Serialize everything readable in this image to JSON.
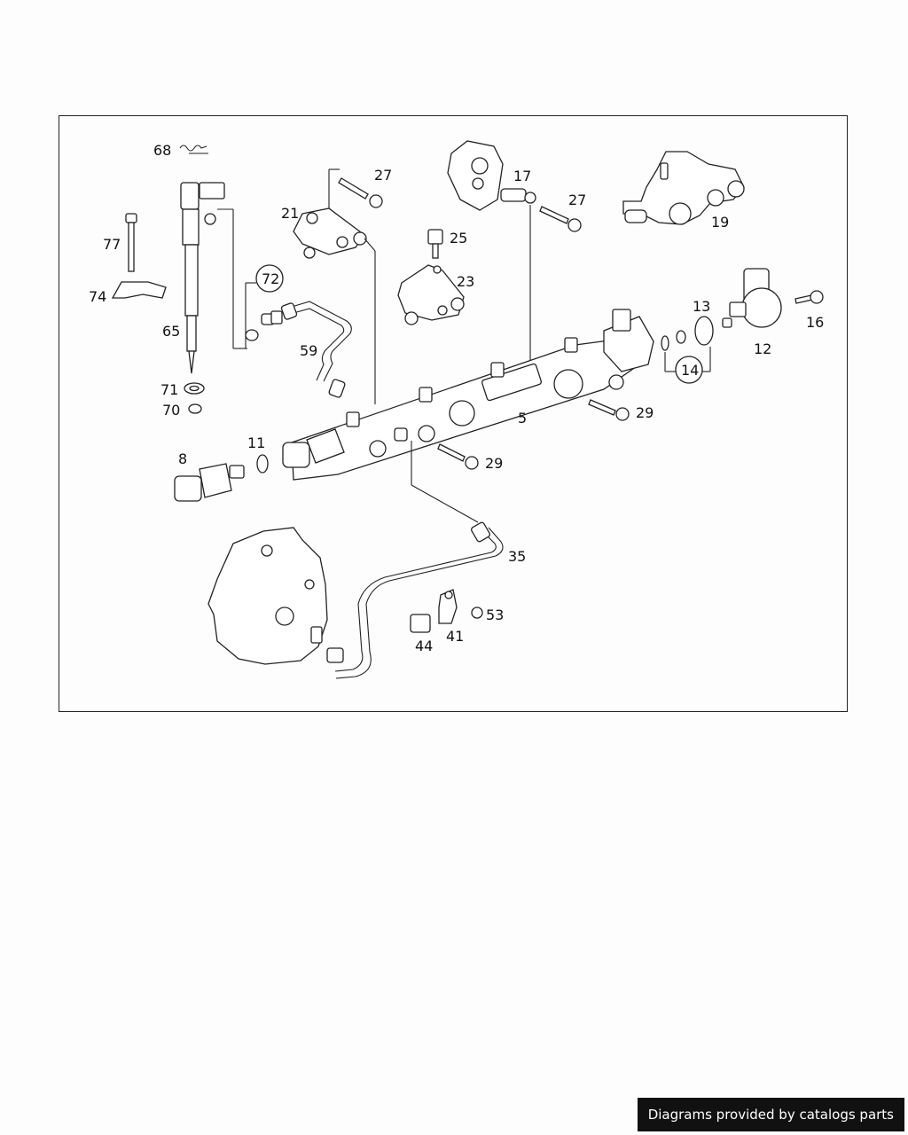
{
  "diagram": {
    "callouts": {
      "c68": "68",
      "c77": "77",
      "c74": "74",
      "c65": "65",
      "c71": "71",
      "c70": "70",
      "c72": "72",
      "c59": "59",
      "c27a": "27",
      "c21": "21",
      "c25": "25",
      "c23": "23",
      "c17": "17",
      "c27b": "27",
      "c19": "19",
      "c13": "13",
      "c16": "16",
      "c12": "12",
      "c14": "14",
      "c5": "5",
      "c29a": "29",
      "c29b": "29",
      "c8": "8",
      "c11": "11",
      "c35": "35",
      "c53": "53",
      "c44": "44",
      "c41": "41"
    }
  },
  "footer": {
    "credit": "Diagrams provided by catalogs parts"
  }
}
